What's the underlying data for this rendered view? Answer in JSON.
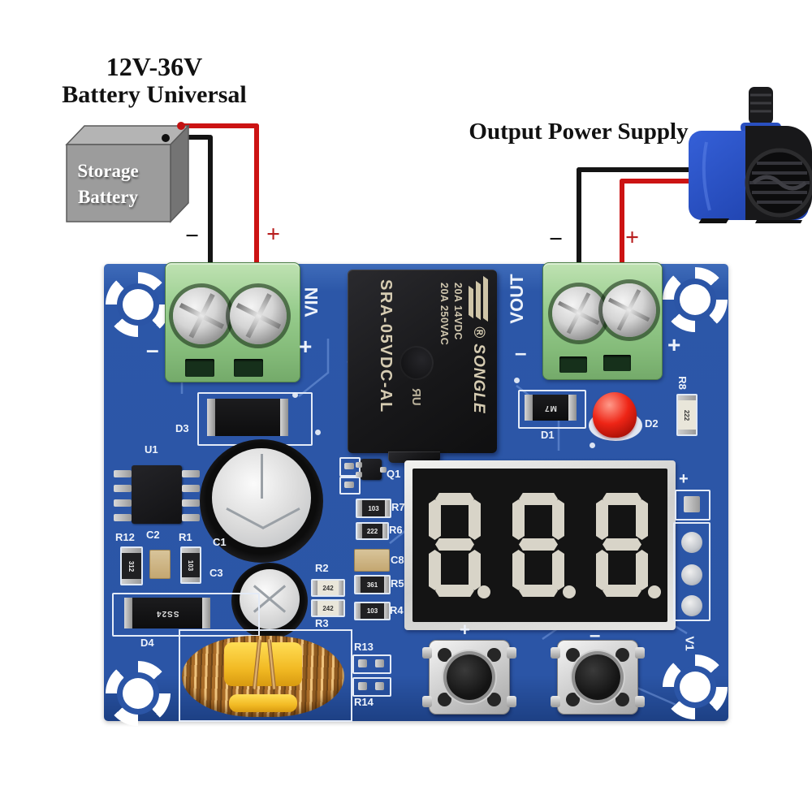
{
  "annotations": {
    "input_title_line1": "12V-36V",
    "input_title_line2": "Battery Universal",
    "battery_line1": "Storage",
    "battery_line2": "Battery",
    "output_title": "Output Power Supply",
    "input_neg": "−",
    "input_pos": "+",
    "output_neg": "−",
    "output_pos": "+"
  },
  "pcb": {
    "vin": "VIN",
    "vout": "VOUT",
    "vin_neg": "–",
    "vin_pos": "+",
    "vout_neg": "–",
    "vout_pos": "+",
    "btn_plus": "+",
    "btn_minus": "–",
    "conn_pos": "+",
    "display_value": "8.8.8.",
    "relay": {
      "brand": "® SONGLE",
      "rating_dc": "20A 14VDC",
      "rating_ac": "20A 250VAC",
      "cert": "UR",
      "model": "SRA-05VDC-AL"
    },
    "labels": {
      "d1": "D1",
      "d2": "D2",
      "d3": "D3",
      "d4": "D4",
      "u1": "U1",
      "q1": "Q1",
      "v1": "V1",
      "c1": "C1",
      "c2": "C2",
      "c3": "C3",
      "c8": "C8",
      "r1": "R1",
      "r2": "R2",
      "r3": "R3",
      "r4": "R4",
      "r5": "R5",
      "r6": "R6",
      "r7": "R7",
      "r8": "R8",
      "r12": "R12",
      "r13": "R13",
      "r14": "R14"
    },
    "markings": {
      "d4": "SS24",
      "d1": "M7",
      "r8": "222",
      "r6": "222",
      "r2": "242",
      "r3": "242",
      "r7": "103",
      "r5": "361",
      "r4": "103",
      "r12": "312",
      "r1": "103"
    }
  },
  "colors": {
    "board": "#2b55a6",
    "silkscreen": "#eef3fb",
    "terminal_green": "#93c88b",
    "wire_red": "#cc1313",
    "wire_black": "#141414",
    "led_red": "#ee2516",
    "display_segment": "#d8d4c8"
  }
}
